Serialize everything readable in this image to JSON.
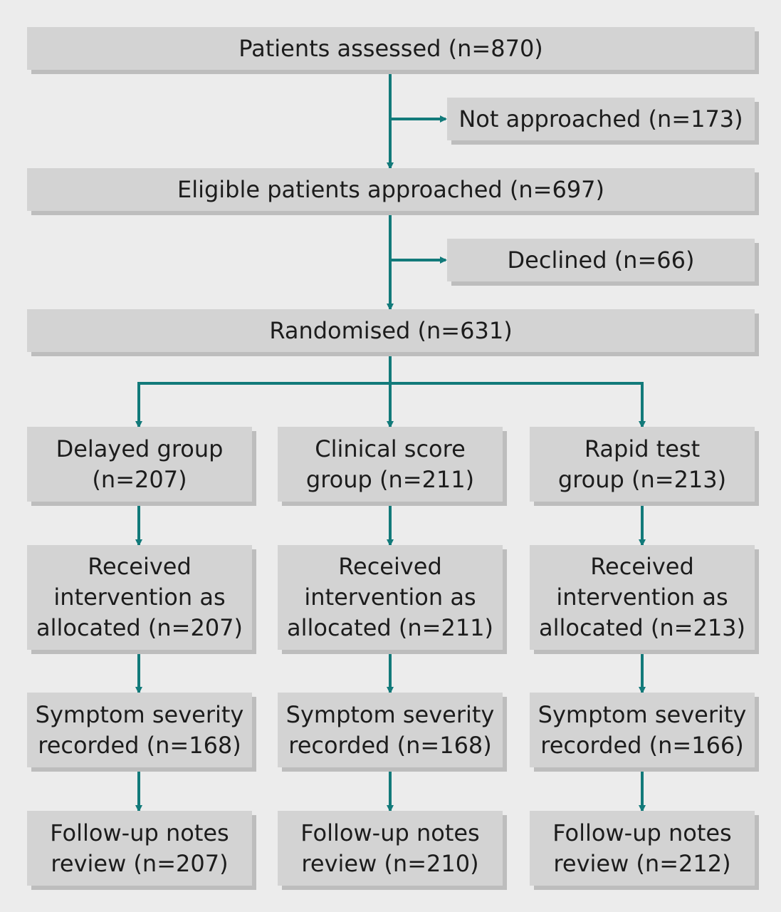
{
  "diagram": {
    "arrow_color": "#127a7a",
    "box_color": "#d3d3d3",
    "background": "#ececec",
    "nodes": {
      "assessed": "Patients assessed (n=870)",
      "not_approached": "Not approached (n=173)",
      "approached": "Eligible patients approached (n=697)",
      "declined": "Declined (n=66)",
      "randomised": "Randomised (n=631)",
      "delayed_group": [
        "Delayed group",
        "(n=207)"
      ],
      "clinical_group": [
        "Clinical score",
        "group (n=211)"
      ],
      "rapid_group": [
        "Rapid test",
        "group (n=213)"
      ],
      "delayed_received": [
        "Received",
        "intervention as",
        "allocated (n=207)"
      ],
      "clinical_received": [
        "Received",
        "intervention as",
        "allocated (n=211)"
      ],
      "rapid_received": [
        "Received",
        "intervention as",
        "allocated (n=213)"
      ],
      "delayed_symptom": [
        "Symptom severity",
        "recorded (n=168)"
      ],
      "clinical_symptom": [
        "Symptom severity",
        "recorded (n=168)"
      ],
      "rapid_symptom": [
        "Symptom severity",
        "recorded (n=166)"
      ],
      "delayed_followup": [
        "Follow-up notes",
        "review (n=207)"
      ],
      "clinical_followup": [
        "Follow-up notes",
        "review (n=210)"
      ],
      "rapid_followup": [
        "Follow-up notes",
        "review (n=212)"
      ]
    }
  }
}
